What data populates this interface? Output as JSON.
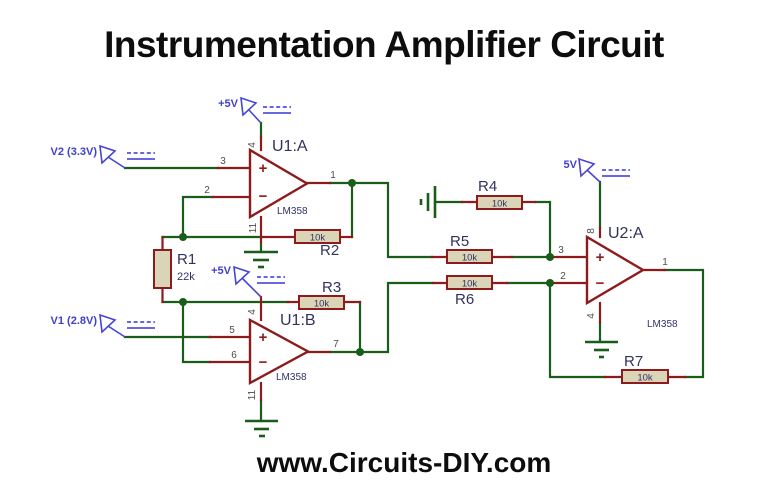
{
  "title": "Instrumentation Amplifier Circuit",
  "footer": "www.Circuits-DIY.com",
  "circuit": {
    "marks": {
      "plus": "+",
      "minus": "−"
    },
    "opamps": [
      {
        "ref": "U1:A",
        "part": "LM358",
        "pin_in_plus": "3",
        "pin_in_minus": "2",
        "pin_out": "1",
        "pin_vplus": "4",
        "pin_gnd": "11"
      },
      {
        "ref": "U1:B",
        "part": "LM358",
        "pin_in_plus": "5",
        "pin_in_minus": "6",
        "pin_out": "7",
        "pin_vplus": "4",
        "pin_gnd": "11"
      },
      {
        "ref": "U2:A",
        "part": "LM358",
        "pin_in_plus": "3",
        "pin_in_minus": "2",
        "pin_out": "1",
        "pin_vplus": "8",
        "pin_gnd": "4"
      }
    ],
    "resistors": [
      {
        "ref": "R1",
        "value": "22k"
      },
      {
        "ref": "R2",
        "value": "10k"
      },
      {
        "ref": "R3",
        "value": "10k"
      },
      {
        "ref": "R4",
        "value": "10k"
      },
      {
        "ref": "R5",
        "value": "10k"
      },
      {
        "ref": "R6",
        "value": "10k"
      },
      {
        "ref": "R7",
        "value": "10k"
      }
    ],
    "power_terminals": [
      {
        "label": "+5V"
      },
      {
        "label": "+5V"
      },
      {
        "label": "5V"
      }
    ],
    "input_terminals": [
      {
        "label": "V2 (3.3V)"
      },
      {
        "label": "V1 (2.8V)"
      }
    ],
    "colors": {
      "wire": "#1a5c1a",
      "component": "#8e1b1b",
      "resistor_fill": "#d9d5b6",
      "net_label_blue": "#4040cf",
      "designator": "#32325e",
      "pin_number": "#4d4d4d",
      "title_text": "#0d0d0d"
    }
  }
}
